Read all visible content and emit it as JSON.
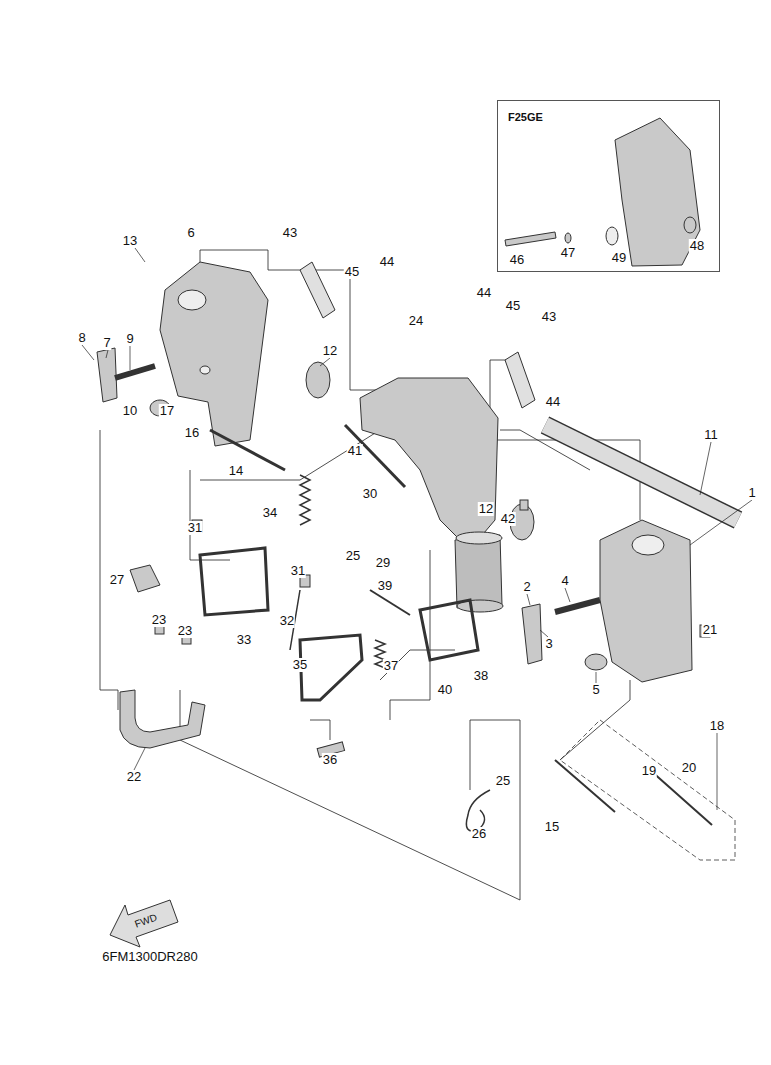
{
  "diagram": {
    "nodes": [
      {
        "text": [
          "F25GE"
        ]
      }
    ],
    "labels": [
      "46",
      "47",
      "49",
      "48",
      "13",
      "6",
      "43",
      "45",
      "44",
      "44",
      "45",
      "43",
      "8",
      "7",
      "9",
      "12",
      "24",
      "44",
      "10",
      "17",
      "16",
      "14",
      "11",
      "41",
      "30",
      "34",
      "12",
      "31",
      "42",
      "1",
      "27",
      "25",
      "29",
      "2",
      "4",
      "31",
      "39",
      "32",
      "23",
      "23",
      "3",
      "21",
      "33",
      "35",
      "37",
      "38",
      "40",
      "5",
      "18",
      "19",
      "20",
      "22",
      "36",
      "25",
      "15",
      "26",
      "FWD",
      "6FM1300DR280"
    ]
  }
}
